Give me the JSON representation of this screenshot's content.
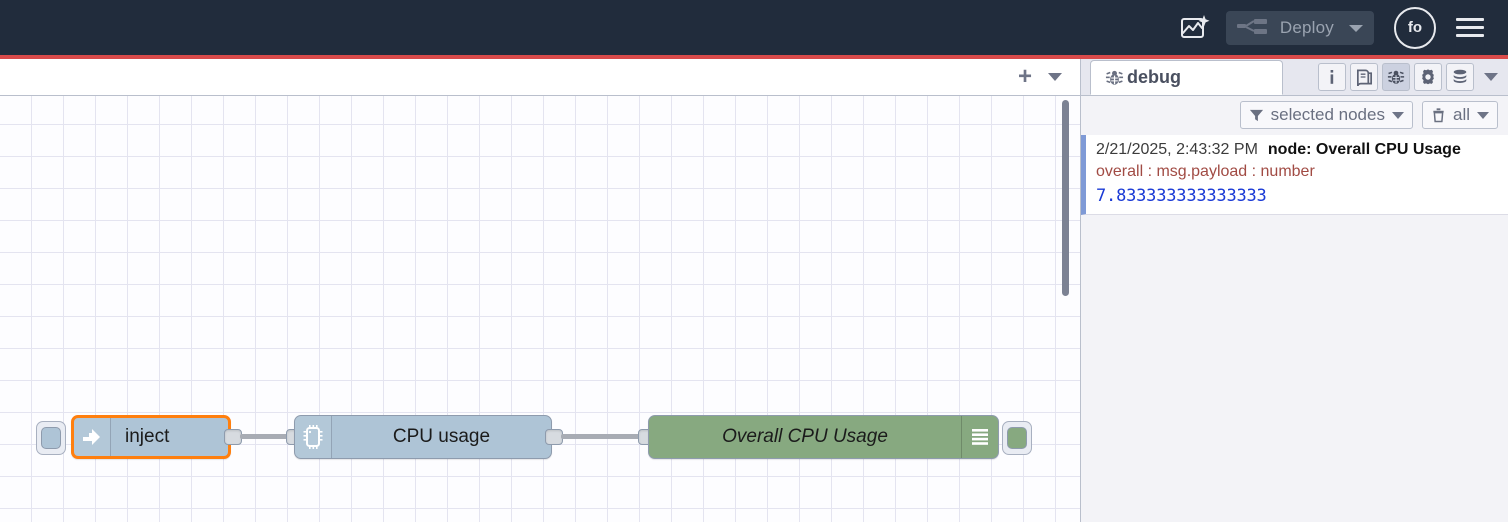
{
  "header": {
    "ai_icon": "image-sparkle-icon",
    "deploy": {
      "label": "Deploy",
      "icon": "deploy-icon",
      "dropdown_icon": "chevron-down-icon"
    },
    "avatar_initials": "fo",
    "menu_icon": "hamburger-menu-icon",
    "accent_color": "#d94a4a",
    "background_color": "#212c3c"
  },
  "editor": {
    "tabbar": {
      "add_icon": "plus-icon",
      "more_icon": "chevron-down-icon"
    },
    "nodes": [
      {
        "id": "inject",
        "label": "inject",
        "icon": "inject-arrow-icon",
        "color": "#aec4d6",
        "selected": true,
        "button_side": "left",
        "button_name": "inject-trigger-button"
      },
      {
        "id": "cpu-usage",
        "label": "CPU usage",
        "icon": "cpu-chip-icon",
        "color": "#aec4d6",
        "selected": false
      },
      {
        "id": "overall-cpu-usage",
        "label": "Overall CPU Usage",
        "icon": "debug-bars-icon",
        "color": "#87a980",
        "selected": false,
        "button_side": "right",
        "button_name": "debug-enable-toggle"
      }
    ]
  },
  "sidebar": {
    "tab": {
      "label": "debug",
      "icon": "bug-icon"
    },
    "tools": [
      {
        "name": "info-icon",
        "glyph": "i",
        "active": false
      },
      {
        "name": "help-book-icon",
        "glyph": "book",
        "active": false
      },
      {
        "name": "debug-bug-icon",
        "glyph": "bug",
        "active": true
      },
      {
        "name": "config-gear-icon",
        "glyph": "gear",
        "active": false
      },
      {
        "name": "context-data-icon",
        "glyph": "stack",
        "active": false
      }
    ],
    "tools_more_icon": "chevron-down-icon",
    "filters": [
      {
        "name": "node-filter-button",
        "icon": "funnel-icon",
        "label": "selected nodes"
      },
      {
        "name": "clear-messages-button",
        "icon": "trash-icon",
        "label": "all"
      }
    ],
    "messages": [
      {
        "timestamp": "2/21/2025, 2:43:32 PM",
        "node": "node: Overall CPU Usage",
        "topic": "overall : msg.payload : number",
        "value": "7.833333333333333"
      }
    ]
  }
}
